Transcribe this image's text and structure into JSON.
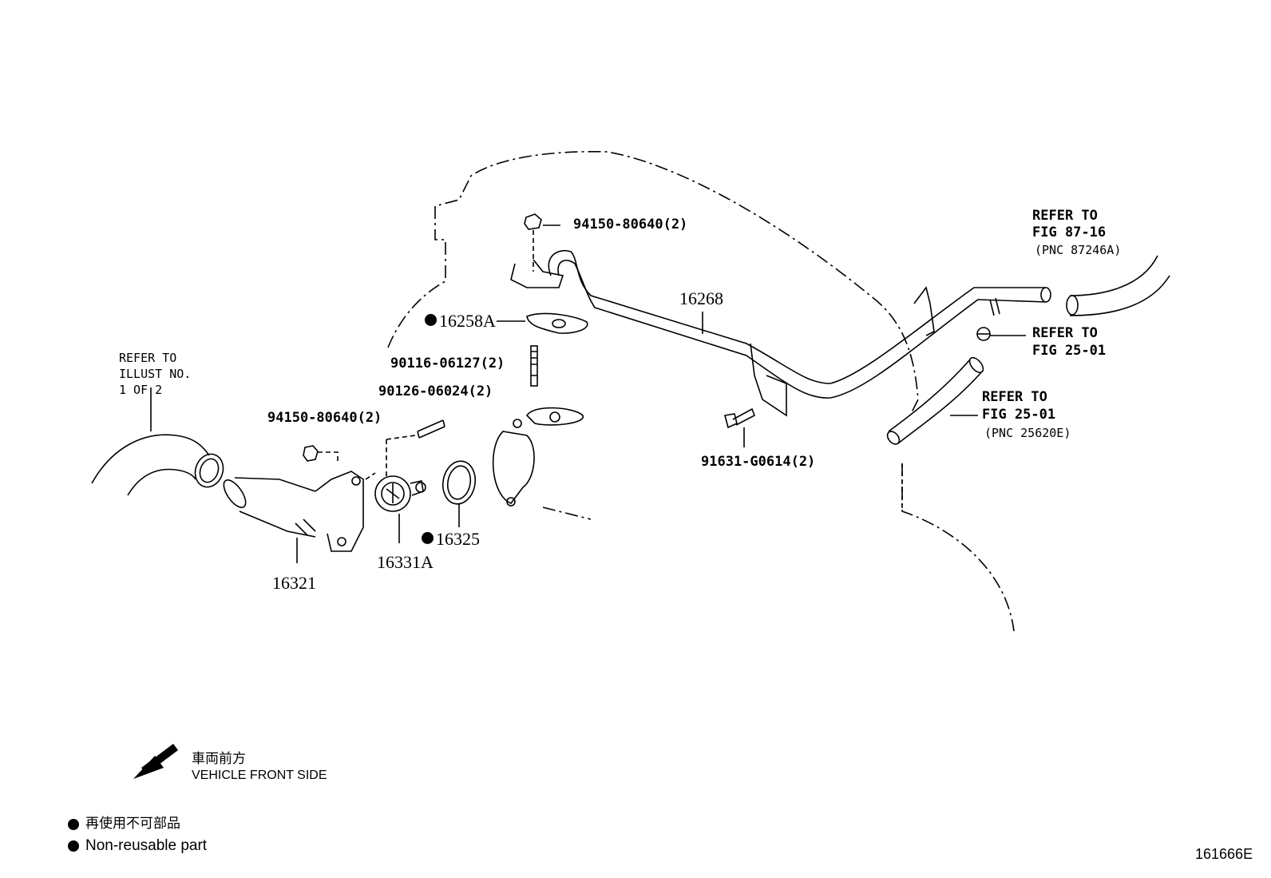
{
  "callouts": {
    "p94150_top": "94150-80640(2)",
    "p16258A": "16258A",
    "p90116": "90116-06127(2)",
    "p90126": "90126-06024(2)",
    "p94150_left": "94150-80640(2)",
    "p16268": "16268",
    "p91631": "91631-G0614(2)",
    "p16321": "16321",
    "p16331A": "16331A",
    "p16325": "16325"
  },
  "references": {
    "left": [
      "REFER TO",
      "ILLUST NO.",
      "1 OF 2"
    ],
    "top_right": [
      "REFER TO",
      "FIG 87-16",
      "(PNC 87246A)"
    ],
    "mid_right": [
      "REFER TO",
      "FIG 25-01"
    ],
    "lower_right": [
      "REFER TO",
      "FIG 25-01",
      "(PNC 25620E)"
    ]
  },
  "direction": {
    "jp": "車両前方",
    "en": "VEHICLE FRONT SIDE",
    "icon": "front-direction-arrow-icon"
  },
  "legend": {
    "jp": "再使用不可部品",
    "en": "Non-reusable part",
    "marker_color": "#000000"
  },
  "figure_id": "161666E"
}
